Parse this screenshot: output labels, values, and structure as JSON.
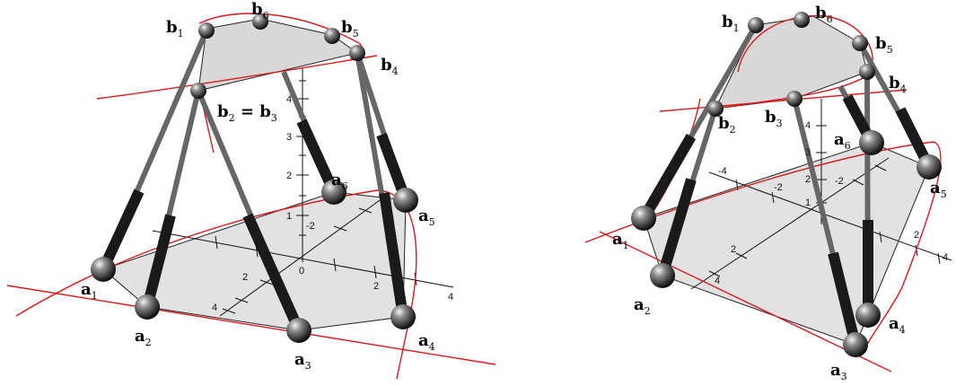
{
  "left_figure": {
    "platform_labels": [
      {
        "id": "b1",
        "base": "b",
        "sub": "1"
      },
      {
        "id": "b6",
        "base": "b",
        "sub": "6"
      },
      {
        "id": "b5",
        "base": "b",
        "sub": "5"
      },
      {
        "id": "b4",
        "base": "b",
        "sub": "4"
      },
      {
        "id": "b23",
        "base": "b",
        "sub": "2",
        "eq": " = b",
        "sub2": "3"
      }
    ],
    "base_labels": [
      {
        "id": "a1",
        "base": "a",
        "sub": "1"
      },
      {
        "id": "a2",
        "base": "a",
        "sub": "2"
      },
      {
        "id": "a3",
        "base": "a",
        "sub": "3"
      },
      {
        "id": "a4",
        "base": "a",
        "sub": "4"
      },
      {
        "id": "a5",
        "base": "a",
        "sub": "5"
      },
      {
        "id": "a6",
        "base": "a",
        "sub": "6"
      }
    ],
    "axis_ticks": {
      "vertical": [
        "1",
        "2",
        "3",
        "4"
      ],
      "depth_back": [
        "-2"
      ],
      "depth_front": [
        "2",
        "4"
      ],
      "horizontal": [
        "0",
        "2",
        "4"
      ]
    }
  },
  "right_figure": {
    "platform_labels": [
      {
        "id": "b1",
        "base": "b",
        "sub": "1"
      },
      {
        "id": "b6",
        "base": "b",
        "sub": "6"
      },
      {
        "id": "b5",
        "base": "b",
        "sub": "5"
      },
      {
        "id": "b4",
        "base": "b",
        "sub": "4"
      },
      {
        "id": "b2",
        "base": "b",
        "sub": "2"
      },
      {
        "id": "b3",
        "base": "b",
        "sub": "3"
      }
    ],
    "base_labels": [
      {
        "id": "a1",
        "base": "a",
        "sub": "1"
      },
      {
        "id": "a2",
        "base": "a",
        "sub": "2"
      },
      {
        "id": "a3",
        "base": "a",
        "sub": "3"
      },
      {
        "id": "a4",
        "base": "a",
        "sub": "4"
      },
      {
        "id": "a5",
        "base": "a",
        "sub": "5"
      },
      {
        "id": "a6",
        "base": "a",
        "sub": "6"
      }
    ],
    "axis_ticks": {
      "vertical": [
        "1",
        "2",
        "3",
        "4"
      ],
      "depth_back": [
        "-4",
        "-2"
      ],
      "depth_front": [
        "2",
        "4"
      ],
      "horizontal": [
        "-2",
        "2",
        "4"
      ]
    }
  },
  "colors": {
    "curve": "#d9191c",
    "polygon_fill": "#e2e2e2",
    "leg_outer": "#1a1a1a",
    "leg_inner": "#666666"
  }
}
